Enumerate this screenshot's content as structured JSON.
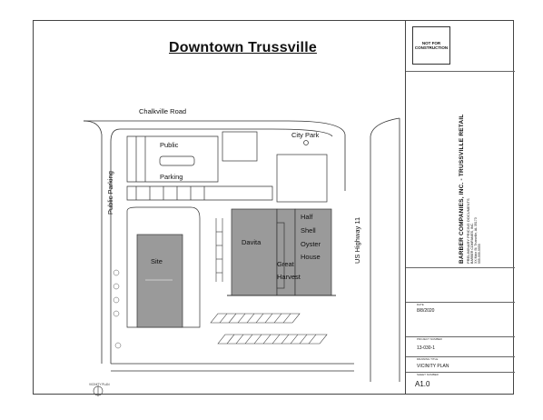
{
  "title": "Downtown Trussville",
  "labels": {
    "chalkville_road": "Chalkville Road",
    "public": "Public",
    "parking": "Parking",
    "public_parking": "Public Parking",
    "city_park": "City Park",
    "site": "Site",
    "davita": "Davita",
    "half_shell_1": "Half",
    "half_shell_2": "Shell",
    "half_shell_3": "Oyster",
    "half_shell_4": "House",
    "great_harvest_1": "Great",
    "great_harvest_2": "Harvest",
    "us_highway": "US Highway 11",
    "vicinity_plan_small": "VICINITY PLAN"
  },
  "title_block": {
    "stamp": "NOT FOR CONSTRUCTION",
    "company": "BARBER COMPANIES, INC. - TRUSSVILLE RETAIL",
    "subtitle": "PRELIMINARY PRICING DOCUMENTS",
    "address_1": "BARBER COMPANIES, INC.",
    "address_2": "XX Main St. Trussville, AL 35173",
    "address_3": "555-555-5555",
    "date_label": "DATE",
    "date_value": "8/8/2020",
    "project_label": "PROJECT NUMBER",
    "project_value": "13-030-1",
    "drawing_title_label": "DRAWING TITLE",
    "drawing_title": "VICINITY PLAN",
    "sheet_label": "SHEET NUMBER",
    "sheet_number": "A1.0"
  },
  "colors": {
    "building_fill": "#9a9a9a",
    "line": "#333333",
    "background": "#ffffff"
  }
}
